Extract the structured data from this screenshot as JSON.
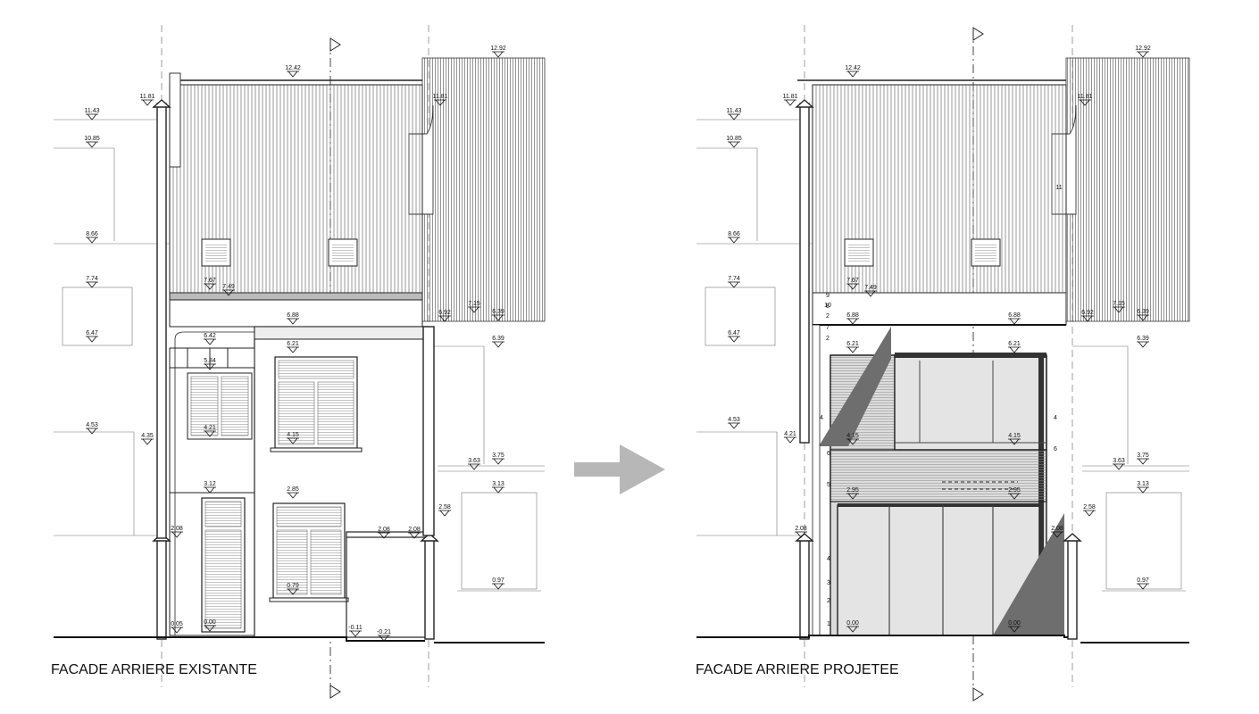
{
  "colors": {
    "line": "#1a1a1a",
    "hatch": "#555555",
    "glass": "#e4e4e4",
    "dark": "#6e6e6e",
    "arrow": "#b7b7b7"
  },
  "existing": {
    "caption": "FACADE ARRIERE EXISTANTE",
    "levels": [
      "12.92",
      "12.42",
      "11.81",
      "11.81",
      "11.43",
      "10.85",
      "8.66",
      "7.74",
      "7.67",
      "7.49",
      "7.15",
      "6.92",
      "6.88",
      "6.47",
      "6.42",
      "6.39",
      "6.39",
      "6.21",
      "5.84",
      "4.53",
      "4.35",
      "4.21",
      "4.15",
      "3.75",
      "3.63",
      "3.13",
      "3.12",
      "2.85",
      "2.58",
      "2.08",
      "2.08",
      "2.08",
      "0.97",
      "0.79",
      "0.05",
      "0.00",
      "-0.11",
      "-0.21"
    ]
  },
  "projected": {
    "caption": "FACADE ARRIERE PROJETEE",
    "levels": [
      "12.92",
      "12.42",
      "11.81",
      "11.81",
      "11.43",
      "10.85",
      "8.66",
      "7.74",
      "7.67",
      "7.49",
      "7.15",
      "6.92",
      "6.88",
      "6.88",
      "6.47",
      "6.39",
      "6.39",
      "6.21",
      "6.21",
      "4.53",
      "4.21",
      "4.15",
      "4.15",
      "3.75",
      "3.63",
      "3.13",
      "2.95",
      "2.95",
      "2.58",
      "2.08",
      "2.08",
      "0.97",
      "0.00",
      "0.00"
    ],
    "steps": [
      "10",
      "9",
      "8",
      "2",
      "7",
      "2",
      "4",
      "6",
      "5",
      "4",
      "3",
      "2",
      "1",
      "11",
      "4",
      "6"
    ]
  }
}
